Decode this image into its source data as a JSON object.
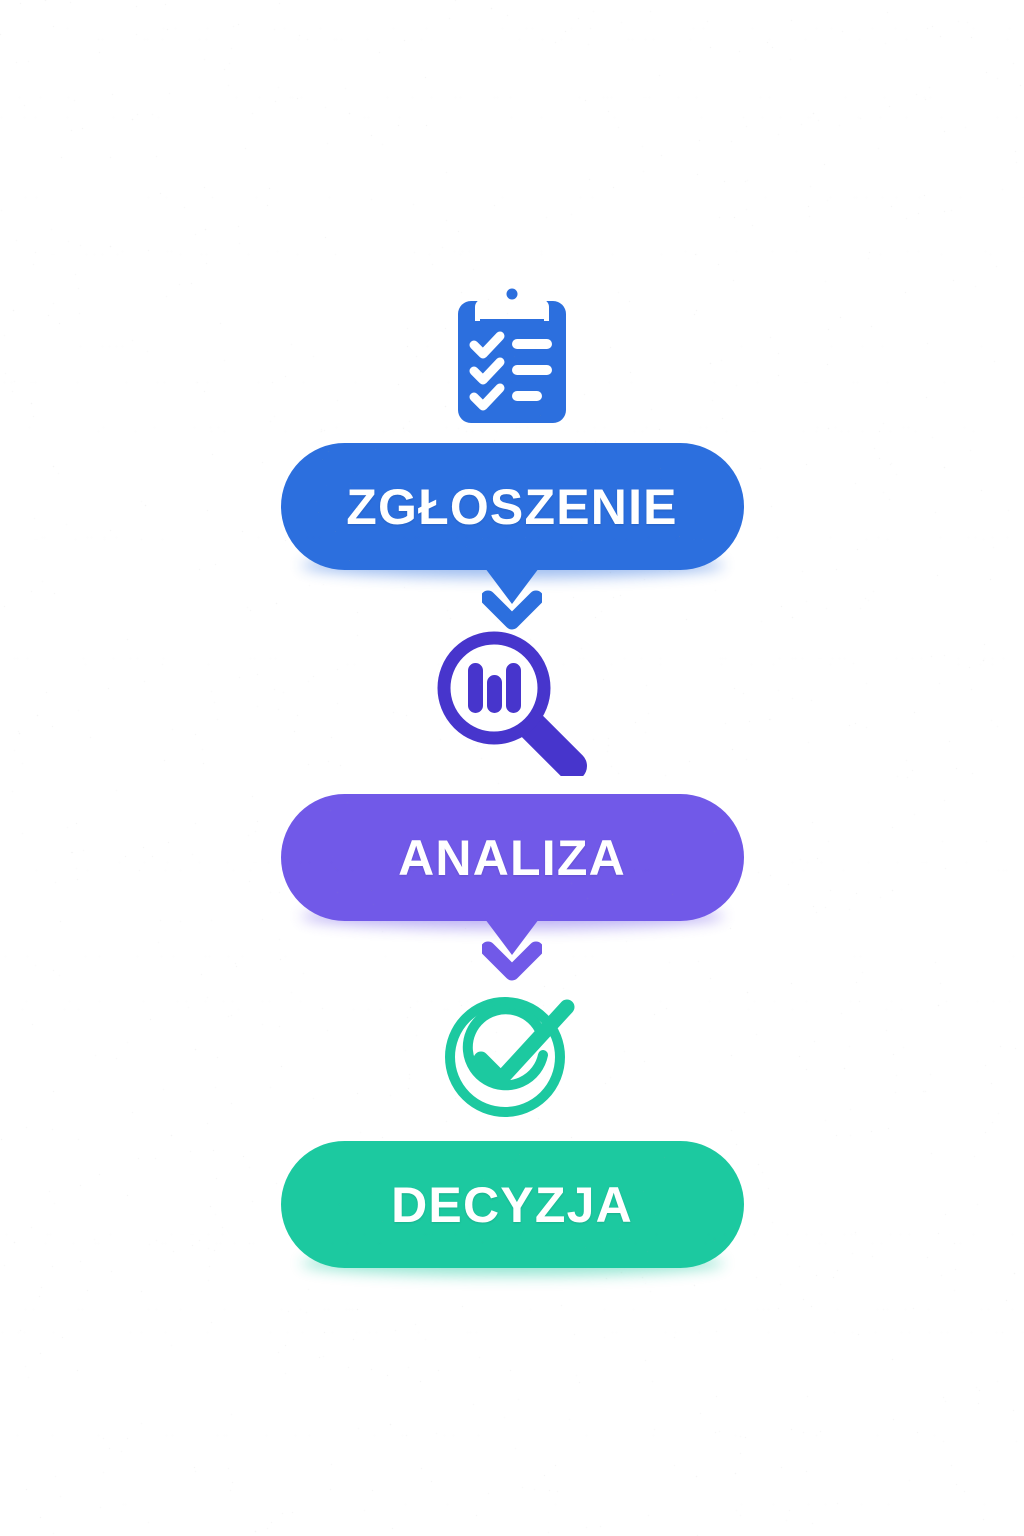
{
  "diagram": {
    "title_language": "pl",
    "orientation": "vertical",
    "background_color": "#ffffff",
    "steps": [
      {
        "id": "zgloszenie",
        "order": 1,
        "label": "ZGŁOSZENIE",
        "icon": "clipboard-checklist-icon",
        "color": "#2C6FDE",
        "text_color": "#FFFFFF",
        "has_tail": true,
        "has_arrow_below": true,
        "arrow_icon": "chevron-down-icon"
      },
      {
        "id": "analiza",
        "order": 2,
        "label": "ANALIZA",
        "icon": "magnifier-bar-chart-icon",
        "icon_color": "#4735CC",
        "color": "#7159E8",
        "text_color": "#FFFFFF",
        "has_tail": true,
        "has_arrow_below": true,
        "arrow_icon": "chevron-down-icon"
      },
      {
        "id": "decyzja",
        "order": 3,
        "label": "DECYZJA",
        "icon": "target-check-icon",
        "icon_color": "#1CC9A0",
        "color": "#1CC9A0",
        "text_color": "#FFFFFF",
        "has_tail": false,
        "has_arrow_below": false,
        "arrow_icon": ""
      }
    ],
    "icons": {
      "clipboard": {
        "name": "clipboard-checklist-icon",
        "color": "#2C6FDE",
        "checkmark_count": 3,
        "line_count": 3
      },
      "magnifier": {
        "name": "magnifier-bar-chart-icon",
        "color": "#4735CC",
        "bar_count": 3
      },
      "target": {
        "name": "target-check-icon",
        "color": "#1CC9A0",
        "ring_count": 2
      }
    }
  }
}
